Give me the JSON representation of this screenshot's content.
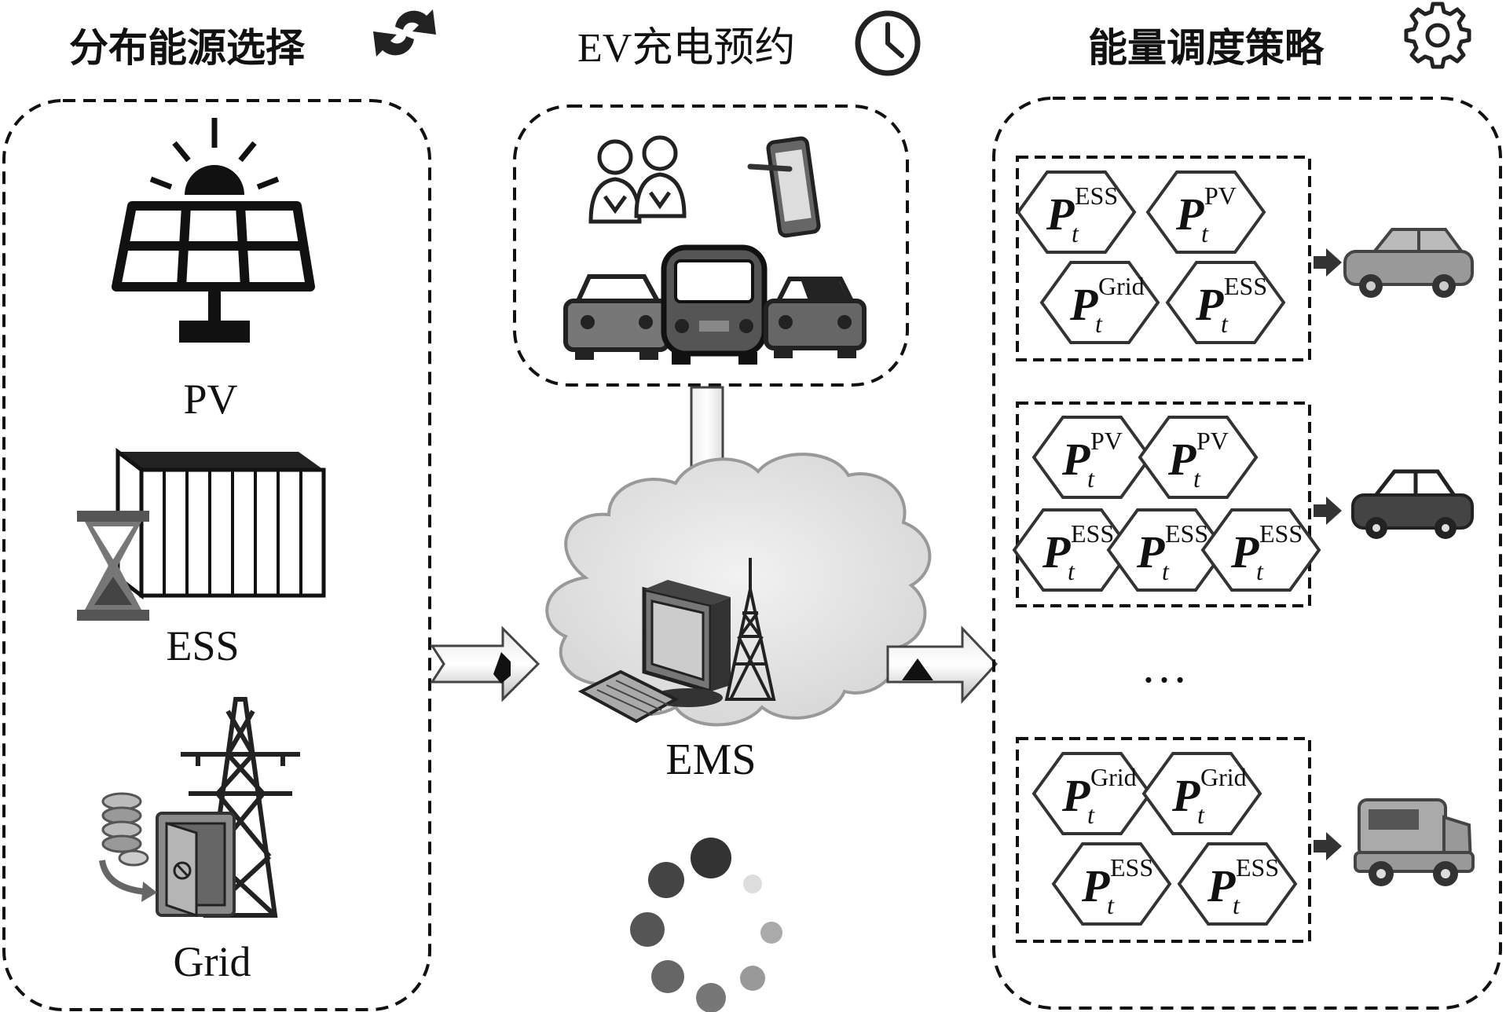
{
  "headers": {
    "left": "分布能源选择",
    "middle": "EV充电预约",
    "right": "能量调度策略"
  },
  "header_icons": {
    "left": "refresh-arrows-icon",
    "middle": "clock-icon",
    "right": "gear-icon"
  },
  "sources": {
    "pv": "PV",
    "ess": "ESS",
    "grid": "Grid"
  },
  "ems_label": "EMS",
  "ellipsis": "…",
  "power_symbol": "P",
  "time_subscript": "t",
  "strategies": [
    {
      "superscripts": [
        "ESS",
        "PV",
        "Grid",
        "ESS"
      ],
      "vehicle": "sedan-car-icon"
    },
    {
      "superscripts": [
        "PV",
        "PV",
        "ESS",
        "ESS",
        "ESS"
      ],
      "vehicle": "compact-car-icon"
    },
    {
      "superscripts": [
        "Grid",
        "Grid",
        "ESS",
        "ESS"
      ],
      "vehicle": "van-icon"
    }
  ]
}
